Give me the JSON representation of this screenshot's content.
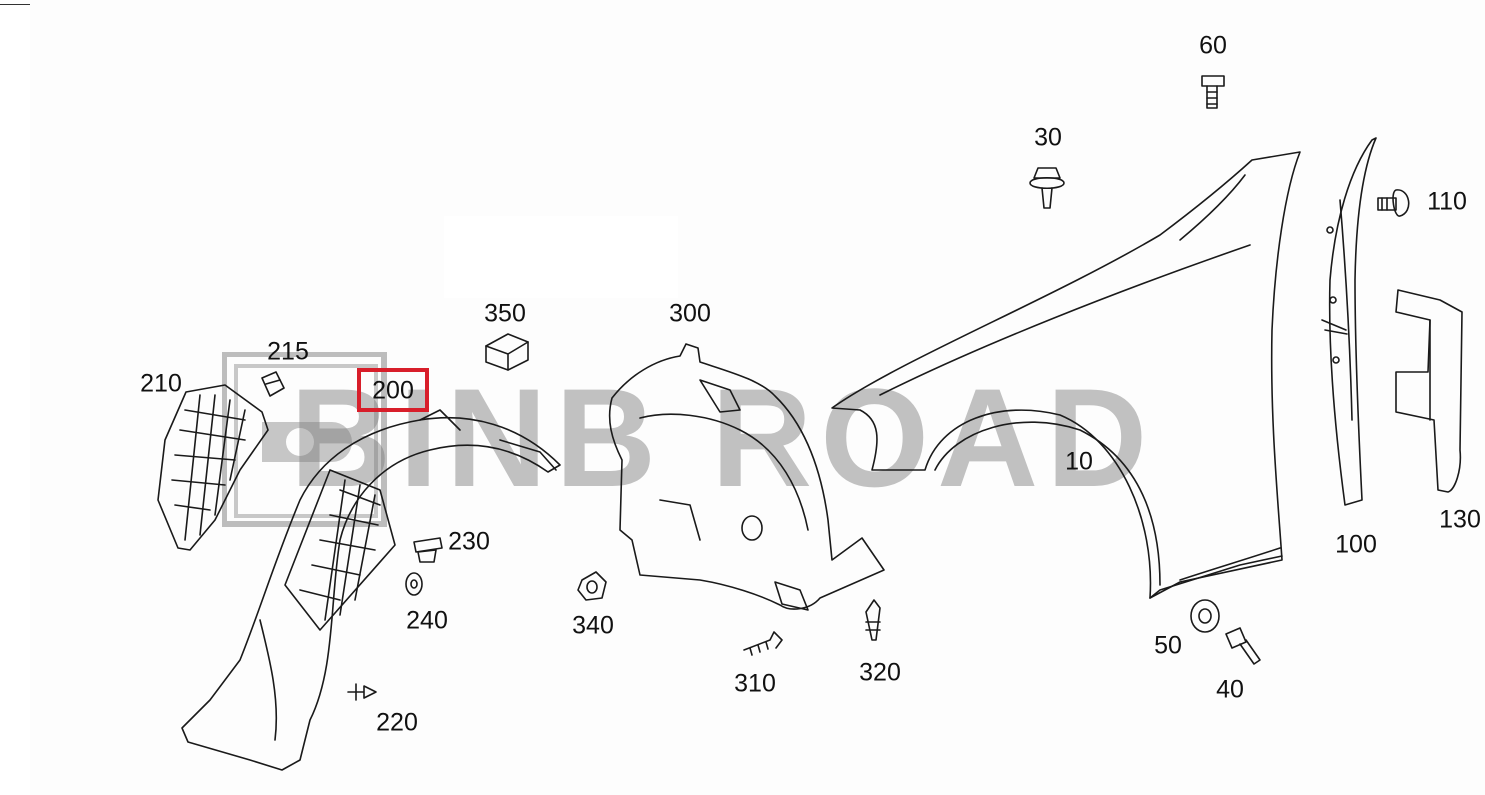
{
  "watermark": {
    "text": "BINB ROAD",
    "color": "#8a8a8a"
  },
  "highlight": {
    "part": "200",
    "color": "#d81e2a"
  },
  "callouts": {
    "c10": "10",
    "c30": "30",
    "c40": "40",
    "c50": "50",
    "c60": "60",
    "c100": "100",
    "c110": "110",
    "c130": "130",
    "c200": "200",
    "c210": "210",
    "c215": "215",
    "c220": "220",
    "c230": "230",
    "c240": "240",
    "c300": "300",
    "c310": "310",
    "c320": "320",
    "c340": "340",
    "c350": "350"
  }
}
